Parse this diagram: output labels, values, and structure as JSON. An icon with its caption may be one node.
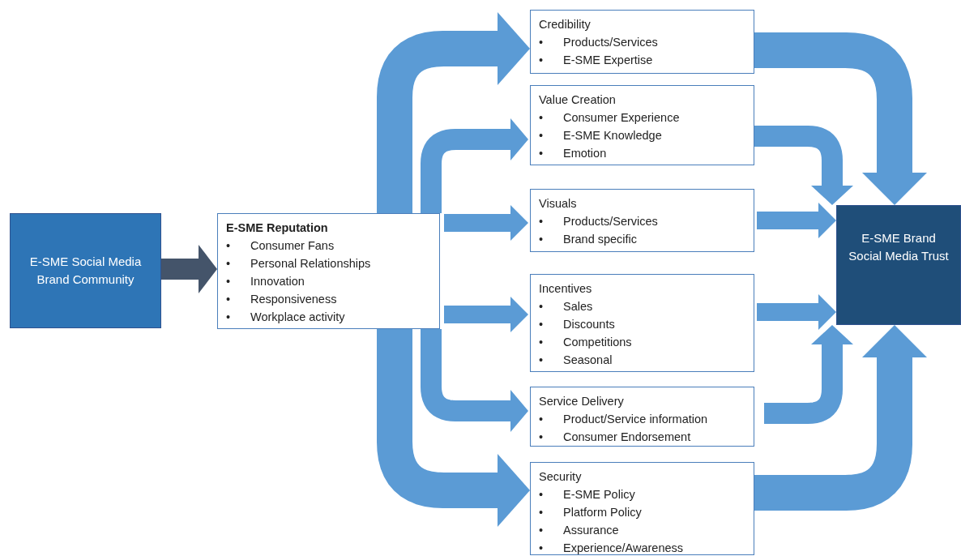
{
  "diagram": {
    "nodes": [
      {
        "text": [
          "E-SME Social Media Brand Community"
        ]
      },
      {
        "text": [
          "E-SME Reputation",
          "•\tConsumer Fans",
          "•\tPersonal Relationships",
          "•\tInnovation",
          "•\tResponsiveness",
          "•\tWorkplace activity"
        ]
      },
      {
        "text": [
          "Credibility",
          "•\tProducts/Services",
          "•\tE-SME Expertise"
        ]
      },
      {
        "text": [
          "Value Creation",
          "•\tConsumer Experience",
          "•\tE-SME Knowledge",
          "•\tEmotion"
        ]
      },
      {
        "text": [
          "Visuals",
          "•\tProducts/Services",
          "•\tBrand specific"
        ]
      },
      {
        "text": [
          "Incentives",
          "•\tSales",
          "•\tDiscounts",
          "•\tCompetitions",
          "•\tSeasonal"
        ]
      },
      {
        "text": [
          "Service Delivery",
          "•\tProduct/Service information",
          "•\tConsumer Endorsement"
        ]
      },
      {
        "text": [
          "Security",
          "•\tE-SME Policy",
          "•\tPlatform Policy",
          "•\tAssurance",
          "•\tExperience/Awareness"
        ]
      },
      {
        "text": [
          "E-SME Brand Social Media Trust"
        ]
      }
    ],
    "edges": [
      {
        "from": 0,
        "to": 1,
        "arrow": "to",
        "color": "#44546a"
      },
      {
        "from": 1,
        "to": 2,
        "arrow": "to"
      },
      {
        "from": 1,
        "to": 3,
        "arrow": "to"
      },
      {
        "from": 1,
        "to": 4,
        "arrow": "to"
      },
      {
        "from": 1,
        "to": 5,
        "arrow": "to"
      },
      {
        "from": 1,
        "to": 6,
        "arrow": "to"
      },
      {
        "from": 1,
        "to": 7,
        "arrow": "to"
      },
      {
        "from": 2,
        "to": 8,
        "arrow": "to"
      },
      {
        "from": 3,
        "to": 8,
        "arrow": "to"
      },
      {
        "from": 4,
        "to": 8,
        "arrow": "to"
      },
      {
        "from": 5,
        "to": 8,
        "arrow": "to"
      },
      {
        "from": 6,
        "to": 8,
        "arrow": "to"
      },
      {
        "from": 7,
        "to": 8,
        "arrow": "to"
      }
    ]
  }
}
